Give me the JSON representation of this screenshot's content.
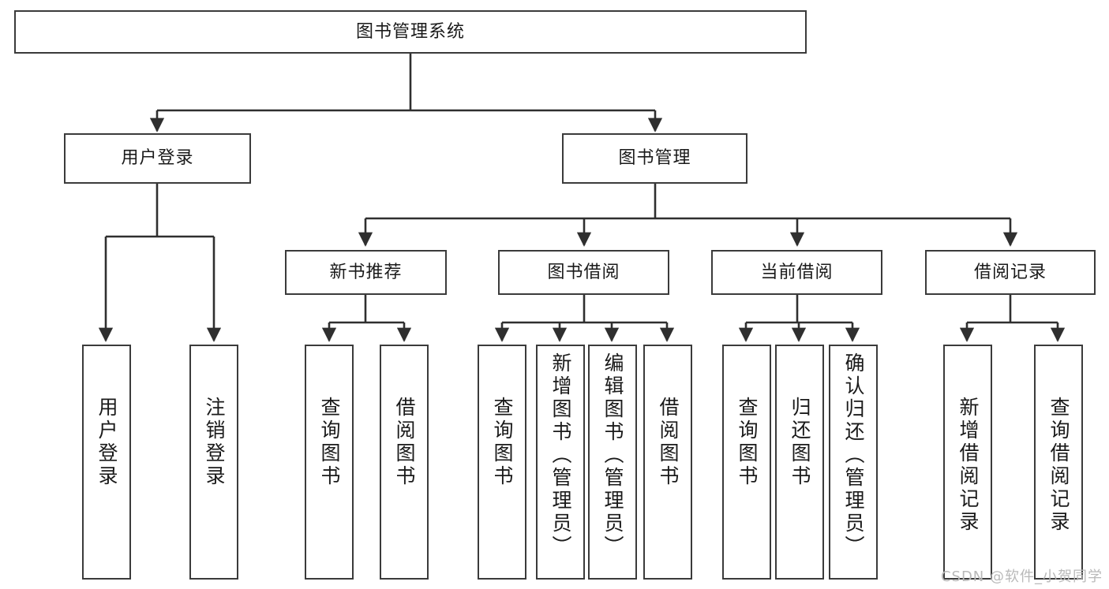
{
  "diagram": {
    "type": "tree",
    "title": "图书管理系统",
    "watermark": "CSDN @软件_小贺同学",
    "style": {
      "box_border_color": "#3b3b3b",
      "box_fill_color": "#ffffff",
      "connector_color": "#2f2f2f",
      "text_color": "#1a1a1a",
      "watermark_color": "#b9b9b9"
    },
    "levels": {
      "root": {
        "label": "图书管理系统"
      },
      "level2": [
        {
          "label": "用户登录"
        },
        {
          "label": "图书管理"
        }
      ],
      "level3": [
        {
          "label": "新书推荐"
        },
        {
          "label": "图书借阅"
        },
        {
          "label": "当前借阅"
        },
        {
          "label": "借阅记录"
        }
      ],
      "leaves": {
        "user_login": [
          {
            "label": "用户登录"
          },
          {
            "label": "注销登录"
          }
        ],
        "new_book_recommend": [
          {
            "label": "查询图书"
          },
          {
            "label": "借阅图书"
          }
        ],
        "book_borrow": [
          {
            "label": "查询图书"
          },
          {
            "label": "新增图书（管理员）"
          },
          {
            "label": "编辑图书（管理员）"
          },
          {
            "label": "借阅图书"
          }
        ],
        "current_borrow": [
          {
            "label": "查询图书"
          },
          {
            "label": "归还图书"
          },
          {
            "label": "确认归还（管理员）"
          }
        ],
        "borrow_record": [
          {
            "label": "新增借阅记录"
          },
          {
            "label": "查询借阅记录"
          }
        ]
      }
    }
  }
}
